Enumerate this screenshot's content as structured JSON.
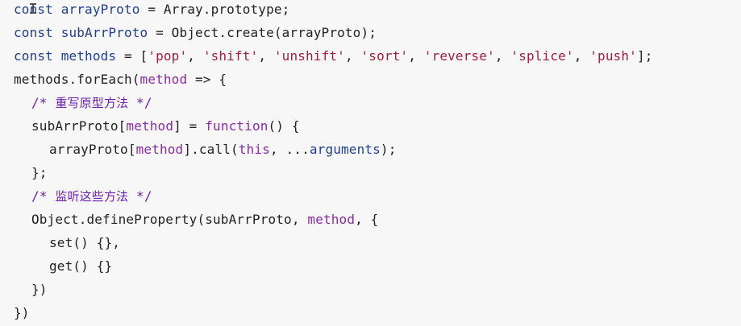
{
  "code_lines": [
    {
      "tokens": [
        "const",
        " arrayProto",
        " = Array.prototype;"
      ]
    },
    {
      "tokens": [
        "const",
        " subArrProto",
        " = Object.create(arrayProto);"
      ]
    },
    {
      "tokens": [
        "const",
        " methods",
        " = [",
        "'pop'",
        ", ",
        "'shift'",
        ", ",
        "'unshift'",
        ", ",
        "'sort'",
        ", ",
        "'reverse'",
        ", ",
        "'splice'",
        ", ",
        "'push'",
        "];"
      ]
    },
    {
      "tokens": [
        "methods.forEach(",
        "method",
        " => {"
      ]
    },
    {
      "tokens": [
        "/* ",
        "重写原型方法",
        " */"
      ]
    },
    {
      "tokens": [
        "subArrProto[",
        "method",
        "] = ",
        "function",
        "() {"
      ]
    },
    {
      "tokens": [
        "arrayProto[",
        "method",
        "].call(",
        "this",
        ", ...",
        "arguments",
        ");"
      ]
    },
    {
      "tokens": [
        "};"
      ]
    },
    {
      "tokens": [
        "/* ",
        "监听这些方法",
        " */"
      ]
    },
    {
      "tokens": [
        "Object.defineProperty(subArrProto, ",
        "method",
        ", {"
      ]
    },
    {
      "tokens": [
        "set() {},"
      ]
    },
    {
      "tokens": [
        "get() {}"
      ]
    },
    {
      "tokens": [
        "})"
      ]
    },
    {
      "tokens": [
        "})"
      ]
    }
  ]
}
